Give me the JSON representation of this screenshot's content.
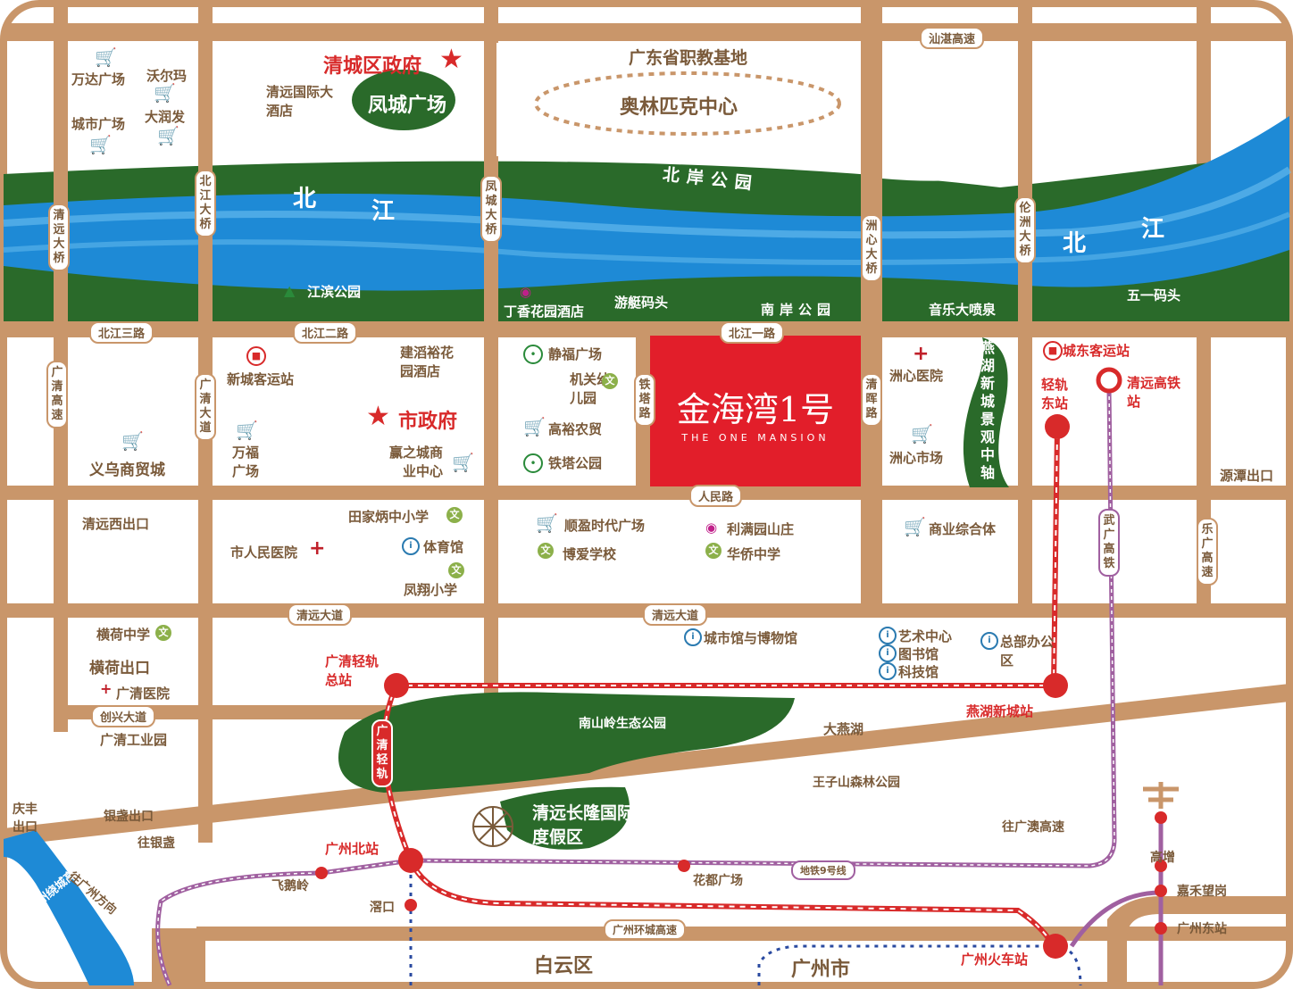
{
  "map": {
    "title": "金海湾1号",
    "subtitle": "THE ONE MANSION",
    "colors": {
      "road": "#c9966a",
      "river": "#1e8ad6",
      "park": "#2a6a2a",
      "brand": "#e21e2a",
      "rail_red": "#d82a2a",
      "rail_purple": "#a060a0"
    },
    "rivers": {
      "north_river_1": "北",
      "north_river_2": "江",
      "north_river_3": "北",
      "north_river_4": "江"
    },
    "roads": {
      "shantan": "汕湛高速",
      "beijiang3": "北江三路",
      "beijiang2": "北江二路",
      "beijiang1": "北江一路",
      "renmin": "人民路",
      "qingyuan_ave1": "清远大道",
      "qingyuan_ave2": "清远大道",
      "chuangxing": "创兴大道",
      "guangzhou_ring": "广州环城高速",
      "guangqing_exp": "广清高速",
      "guangqing_ave": "广清大道",
      "tieta": "铁塔路",
      "qinghui": "清晖路",
      "lechang": "乐广高速",
      "wuguang": "武广高铁",
      "qingyuan_bridge": "清远大桥",
      "beijiang_bridge": "北江大桥",
      "fengcheng_bridge": "凤城大桥",
      "zhouxin_bridge": "洲心大桥",
      "lunzhou_bridge": "伦洲大桥",
      "guangqing_rail": "广清轻轨",
      "metro9": "地铁9号线",
      "to_guangao": "往广澳高速",
      "to_yinzhan": "往银盏",
      "to_gz_ring": "往广州绕城高速",
      "to_gz": "往广州方向"
    },
    "places": {
      "wanda": "万达广场",
      "walmart": "沃尔玛",
      "city_plaza": "城市广场",
      "runfa": "大润发",
      "gov_district": "清城区政府",
      "intl_hotel": "清远国际大酒店",
      "fengcheng_sq": "凤城广场",
      "vocational": "广东省职教基地",
      "olympic": "奥林匹克中心",
      "north_park": "北岸公园",
      "jiangbin_park": "江滨公园",
      "lilac_hotel": "丁香花园酒店",
      "yacht": "游艇码头",
      "south_park": "南岸公园",
      "fountain": "音乐大喷泉",
      "wuyi_pier": "五一码头",
      "xincheng_bus": "新城客运站",
      "jiantaoyu_hotel": "建滔裕花园酒店",
      "city_gov": "市政府",
      "wanfu": "万福广场",
      "yingzhi": "赢之城商业中心",
      "yiwu": "义乌商贸城",
      "jingfu": "静福广场",
      "jiguan_kinder": "机关幼儿园",
      "gaoyu": "高裕农贸",
      "tieta_park": "铁塔公园",
      "zhouxin_hosp": "洲心医院",
      "zhouxin_market": "洲心市场",
      "yanhu_axis": "燕湖新城景观中轴",
      "chengdong_bus": "城东客运站",
      "lightrail_east": "轻轨东站",
      "qy_hsr": "清远高铁站",
      "yuantan_exit": "源潭出口",
      "qy_west_exit": "清远西出口",
      "tianjiabing": "田家炳中小学",
      "stadium": "体育馆",
      "people_hosp": "市人民医院",
      "fengxiang": "凤翔小学",
      "shunying": "顺盈时代广场",
      "boai": "博爱学校",
      "liman": "利满园山庄",
      "huaqiao": "华侨中学",
      "commercial": "商业综合体",
      "henghe_middle": "横荷中学",
      "henghe_exit": "横荷出口",
      "guangqing_hosp": "广清医院",
      "guangqing_ind": "广清工业园",
      "museum": "城市馆与博物馆",
      "arts": "艺术中心",
      "library": "图书馆",
      "science": "科技馆",
      "hq": "总部办公区",
      "guangqing_terminus": "广清轻轨总站",
      "yanhu_station": "燕湖新城站",
      "nanshanling": "南山岭生态公园",
      "dayanhu": "大燕湖",
      "wangzishan": "王子山森林公园",
      "changlong": "清远长隆国际森林度假区",
      "qingfeng_exit": "庆丰出口",
      "yinzhan_exit": "银盏出口",
      "gz_north": "广州北站",
      "feieling": "飞鹅岭",
      "huadu_sq": "花都广场",
      "shikou": "滘口",
      "gaozeng": "高增",
      "jiahewang": "嘉禾望岗",
      "gz_east": "广州东站",
      "gz_rail": "广州火车站",
      "baiyun": "白云区",
      "guangzhou": "广州市"
    }
  }
}
